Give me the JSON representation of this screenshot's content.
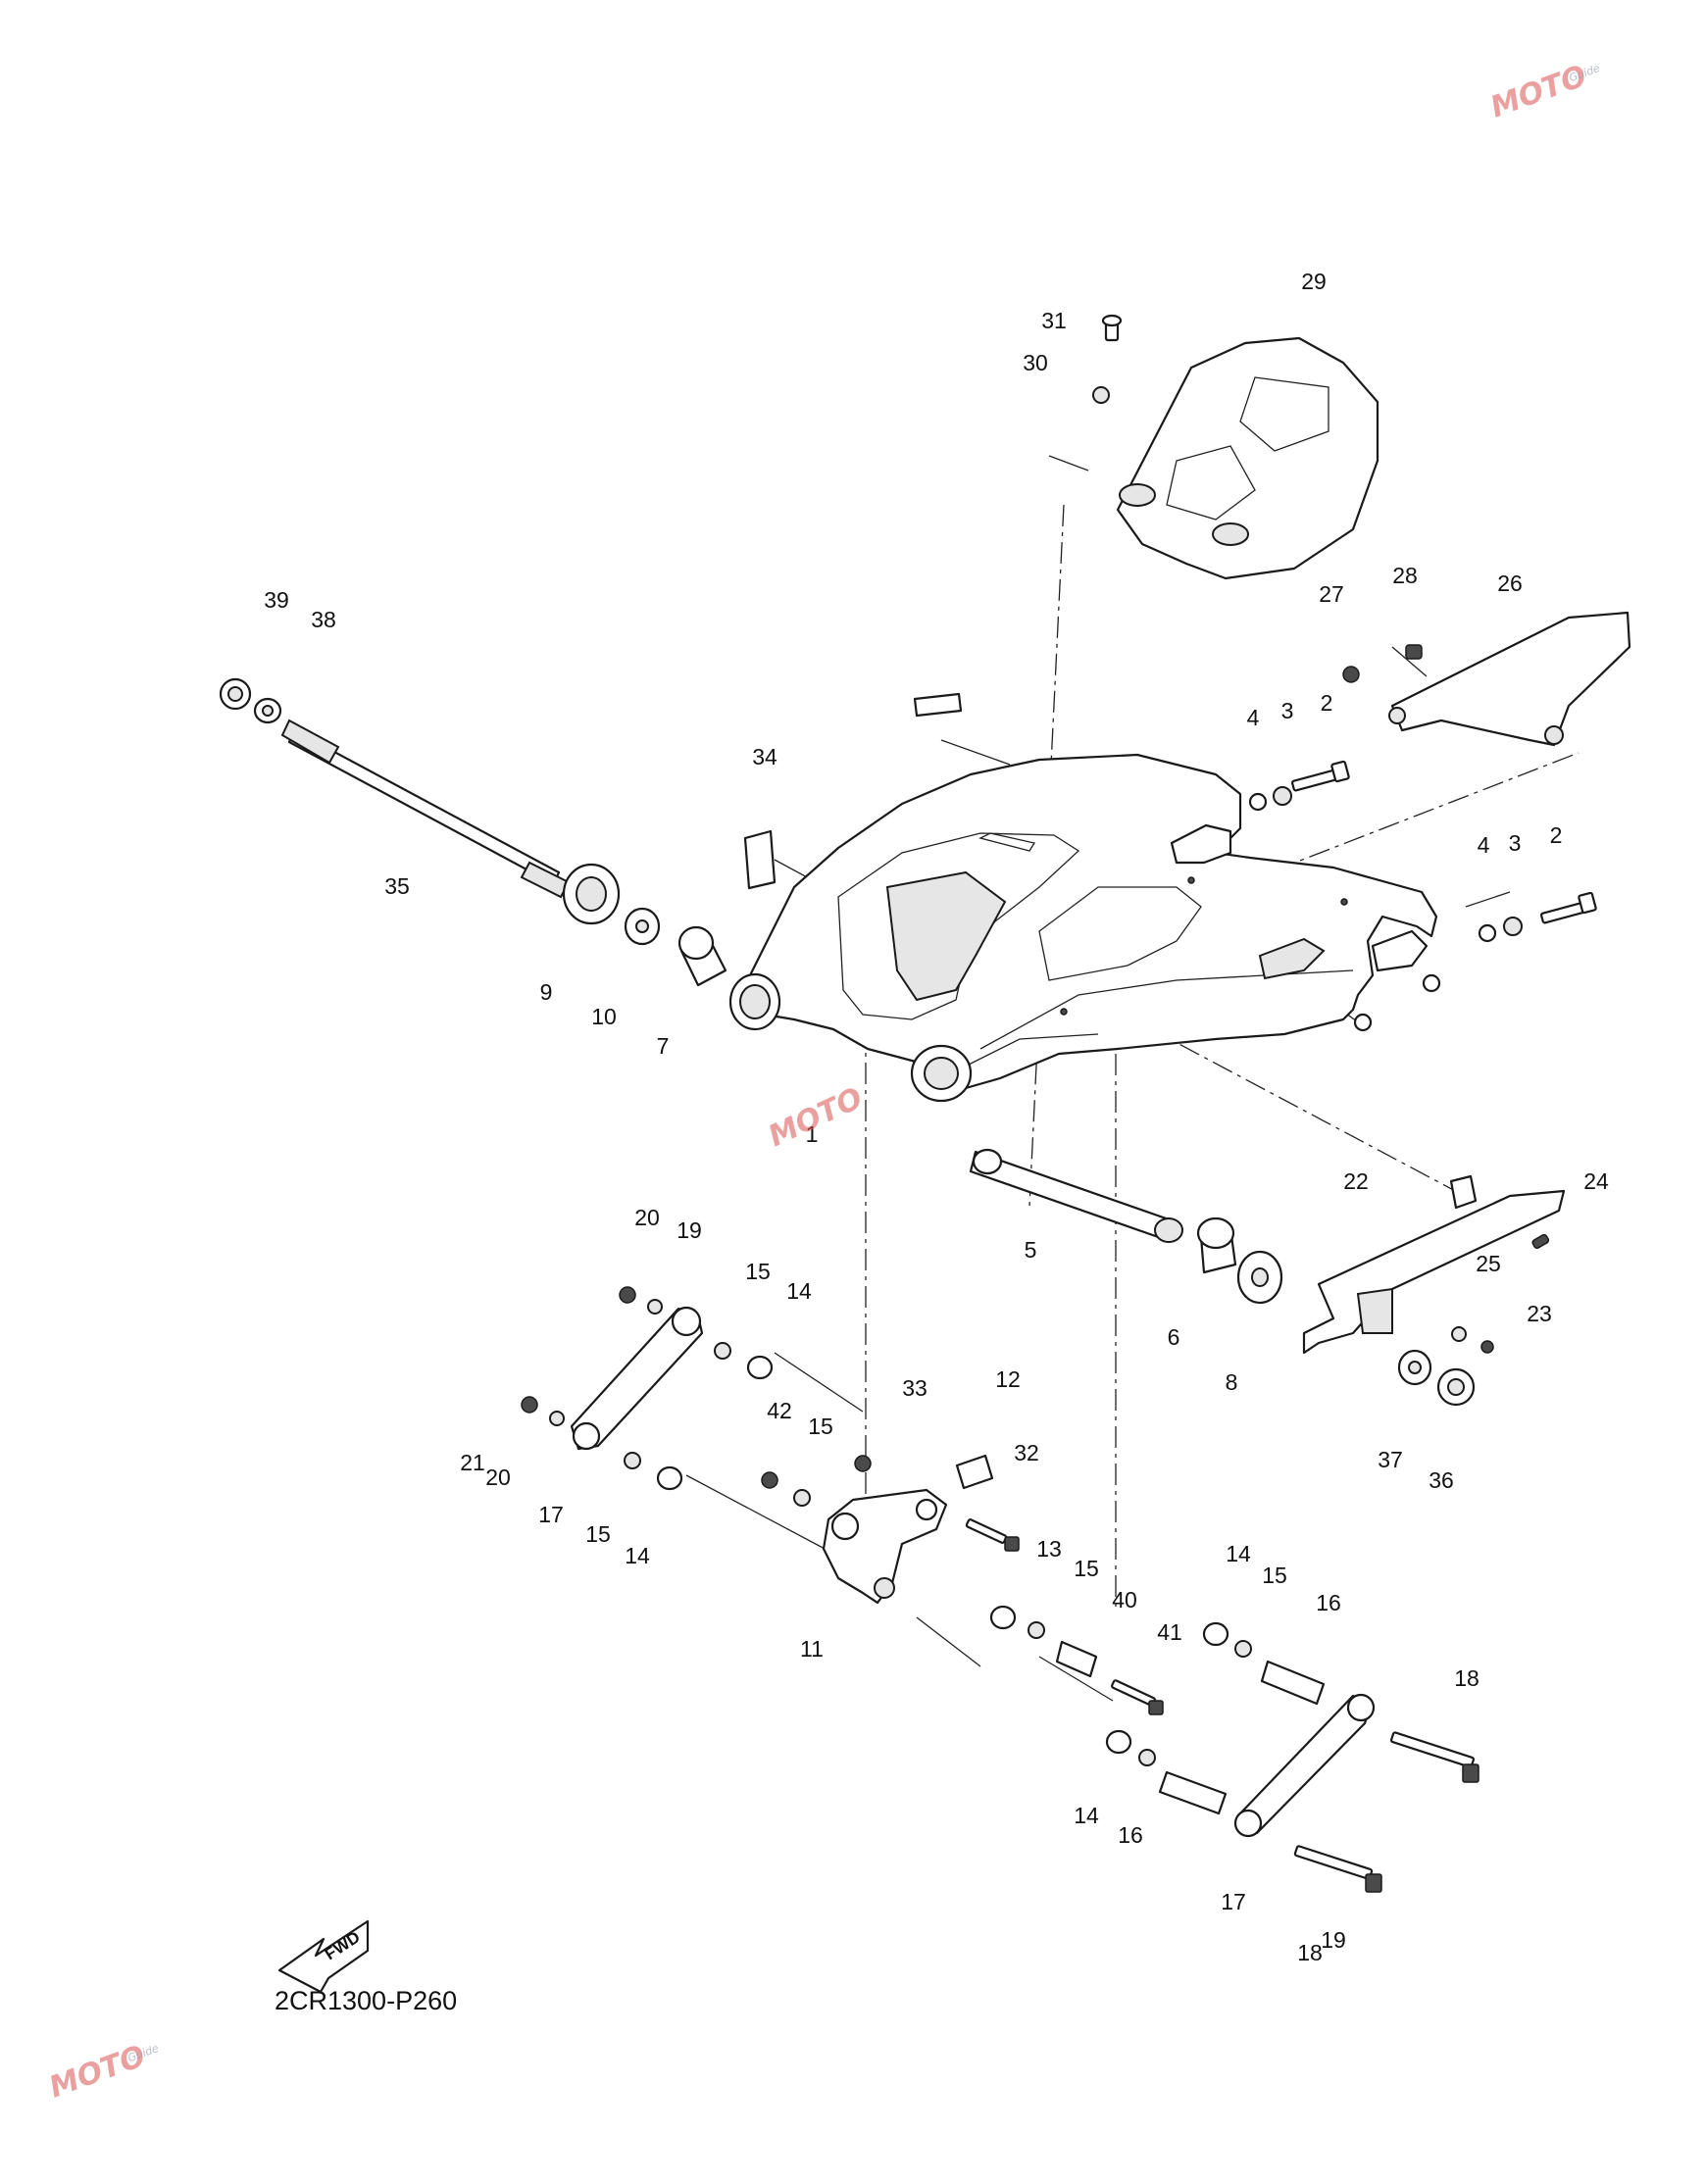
{
  "diagram": {
    "drawing_code": "2CR1300-P260",
    "direction_marker": "FWD",
    "callouts": [
      "1",
      "2",
      "2",
      "3",
      "3",
      "4",
      "4",
      "5",
      "6",
      "7",
      "8",
      "9",
      "10",
      "11",
      "12",
      "13",
      "14",
      "14",
      "14",
      "14",
      "15",
      "15",
      "15",
      "15",
      "15",
      "16",
      "16",
      "17",
      "17",
      "18",
      "18",
      "19",
      "19",
      "20",
      "20",
      "21",
      "22",
      "23",
      "24",
      "25",
      "26",
      "27",
      "28",
      "29",
      "30",
      "31",
      "32",
      "33",
      "34",
      "35",
      "36",
      "37",
      "38",
      "39",
      "40",
      "41",
      "42"
    ]
  },
  "watermark": {
    "brand": "MOTO",
    "sub": "Guide",
    "color": "#d9534f"
  }
}
